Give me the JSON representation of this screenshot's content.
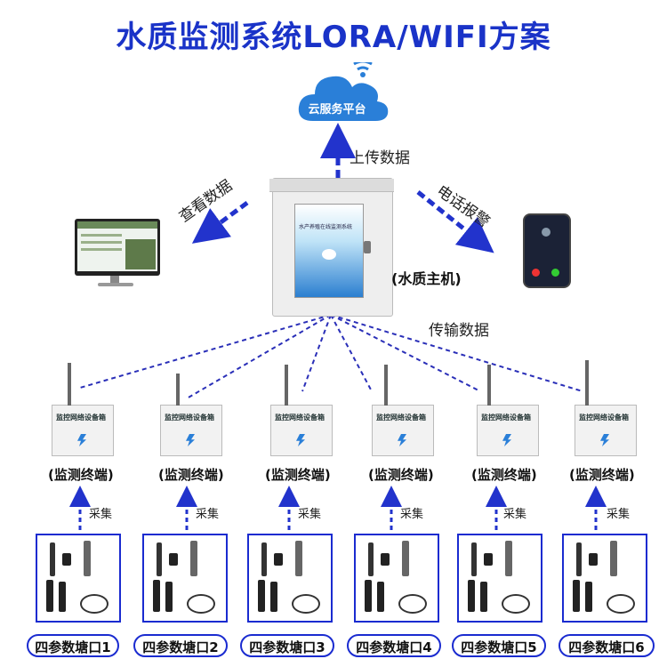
{
  "title": "水质监测系统LORA/WIFI方案",
  "cloud": {
    "label": "云服务平台"
  },
  "arrows": {
    "upload": "上传数据",
    "view": "查看数据",
    "alarm": "电话报警",
    "transmit": "传输数据",
    "collect": "采集"
  },
  "host": {
    "label": "(水质主机)",
    "screen_title": "水产养殖在线监测系统"
  },
  "terminal": {
    "box_title": "监控网络设备箱",
    "label": "(监测终端)"
  },
  "ponds": [
    "四参数塘口1",
    "四参数塘口2",
    "四参数塘口3",
    "四参数塘口4",
    "四参数塘口5",
    "四参数塘口6"
  ],
  "colors": {
    "title": "#1a33c8",
    "arrow": "#2233cc",
    "dashed": "#2a2fb8",
    "cloud": "#2a7fd8"
  }
}
